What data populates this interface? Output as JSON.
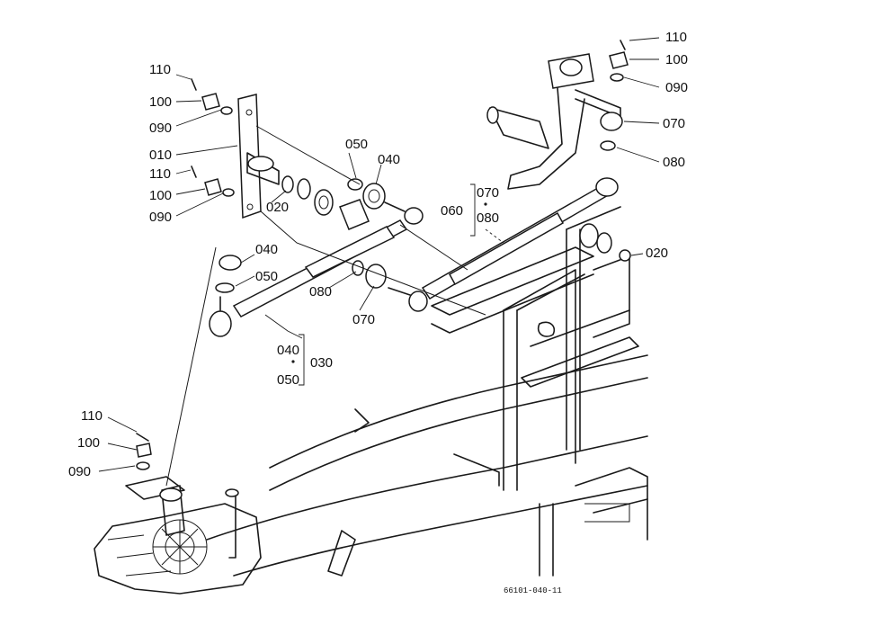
{
  "labels": {
    "l110a": "110",
    "l100a": "100",
    "l090a": "090",
    "l010": "010",
    "l110b": "110",
    "l100b": "100",
    "l090b": "090",
    "l020a": "020",
    "l050a": "050",
    "l040a": "040",
    "l040b": "040",
    "l050b": "050",
    "l080a": "080",
    "l070a": "070",
    "l040c": "040",
    "l030": "030",
    "l050c": "050",
    "l070b": "070",
    "l060": "060",
    "l080b": "080",
    "l110c": "110",
    "l100c": "100",
    "l090c": "090",
    "l070c": "070",
    "l080c": "080",
    "l020b": "020",
    "l110d": "110",
    "l100d": "100",
    "l090d": "090"
  },
  "drawing_code": "66101-040-11"
}
